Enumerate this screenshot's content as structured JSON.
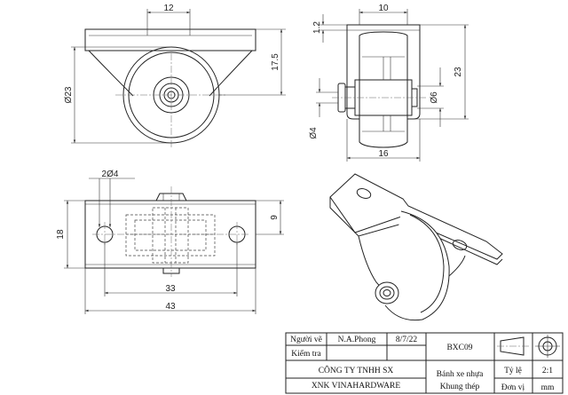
{
  "views": {
    "front": {
      "dim_top_width": "12",
      "dim_height": "17.5",
      "dim_wheel_dia": "Ø23"
    },
    "side": {
      "dim_top_width": "10",
      "dim_flange": "1.2",
      "dim_height": "23",
      "dim_bottom_width": "16",
      "dim_shaft_dia": "Ø6",
      "dim_axle_dia": "Ø4"
    },
    "top": {
      "dim_holes": "2Ø4",
      "dim_depth": "18",
      "dim_inner": "9",
      "dim_hole_spacing": "33",
      "dim_overall": "43"
    }
  },
  "title_block": {
    "drawn_label": "Người vẽ",
    "drawn_name": "N.A.Phong",
    "date": "8/7/22",
    "checked_label": "Kiểm tra",
    "part_code": "BXC09",
    "company_line1": "CÔNG TY TNHH SX",
    "company_line2": "XNK VINAHARDWARE",
    "desc_line1": "Bánh xe nhựa",
    "desc_line2": "Khung thép",
    "scale_label": "Tỷ lệ",
    "scale_value": "2:1",
    "unit_label": "Đơn vị",
    "unit_value": "mm"
  },
  "colors": {
    "line": "#222222",
    "background": "#ffffff"
  }
}
